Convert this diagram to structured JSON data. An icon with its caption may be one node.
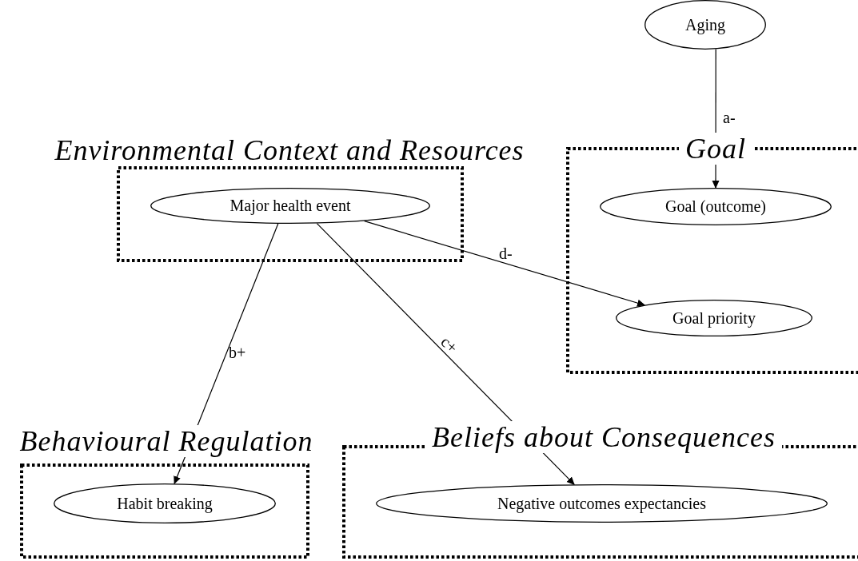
{
  "diagram": {
    "nodes": [
      {
        "text": [
          "Aging"
        ]
      },
      {
        "text": [
          "Environmental Context and Resources"
        ]
      },
      {
        "text": [
          "Major health event"
        ],
        "in": 1
      },
      {
        "text": [
          "Goal"
        ]
      },
      {
        "text": [
          "Goal (outcome)"
        ],
        "in": 3
      },
      {
        "text": [
          "Goal priority"
        ],
        "in": 3
      },
      {
        "text": [
          "Behavioural Regulation"
        ]
      },
      {
        "text": [
          "Habit breaking"
        ],
        "in": 6
      },
      {
        "text": [
          "Beliefs about Consequences"
        ]
      },
      {
        "text": [
          "Negative outcomes expectancies"
        ],
        "in": 8
      }
    ],
    "edges": [
      {
        "from": 0,
        "to": 4,
        "arrow": "to",
        "label": "a-"
      },
      {
        "from": 2,
        "to": 7,
        "arrow": "to",
        "label": "b+"
      },
      {
        "from": 2,
        "to": 9,
        "arrow": "to",
        "label": "c+"
      },
      {
        "from": 2,
        "to": 5,
        "arrow": "to",
        "label": "d-"
      }
    ]
  }
}
